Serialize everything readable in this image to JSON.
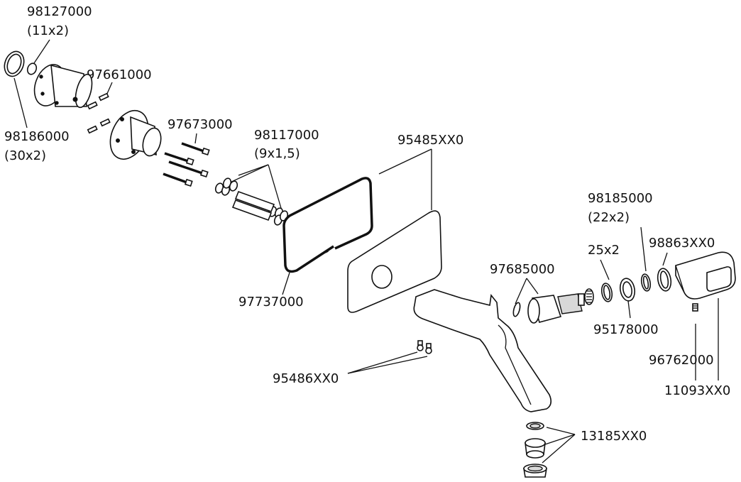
{
  "labels": {
    "l98127000": "98127000",
    "l98127000_size": "(11x2)",
    "l97661000": "97661000",
    "l98186000": "98186000",
    "l98186000_size": "(30x2)",
    "l97673000": "97673000",
    "l98117000": "98117000",
    "l98117000_size": "(9x1,5)",
    "l95485XX0": "95485XX0",
    "l97737000": "97737000",
    "l98185000": "98185000",
    "l98185000_size": "(22x2)",
    "l98863XX0": "98863XX0",
    "l25x2": "25x2",
    "l97685000": "97685000",
    "l95178000": "95178000",
    "l96762000": "96762000",
    "l11093XX0": "11093XX0",
    "l95486XX0": "95486XX0",
    "l13185XX0": "13185XX0"
  }
}
